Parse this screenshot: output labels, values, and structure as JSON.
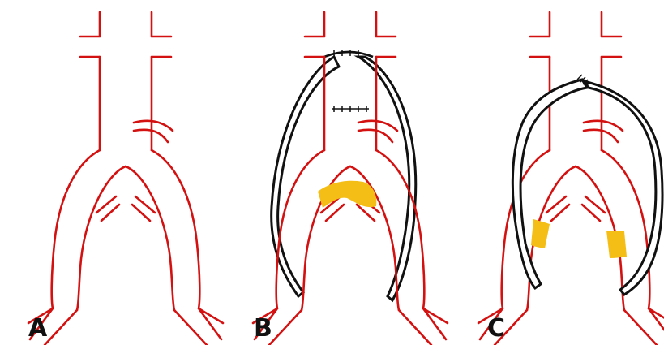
{
  "panels": [
    {
      "label": "A"
    },
    {
      "label": "B"
    },
    {
      "label": "C"
    }
  ],
  "colors": {
    "artery": "#d41111",
    "graft_outline": "#111111",
    "graft_fill": "#ffffff",
    "occlusion": "#f5be17",
    "background": "#ffffff"
  }
}
